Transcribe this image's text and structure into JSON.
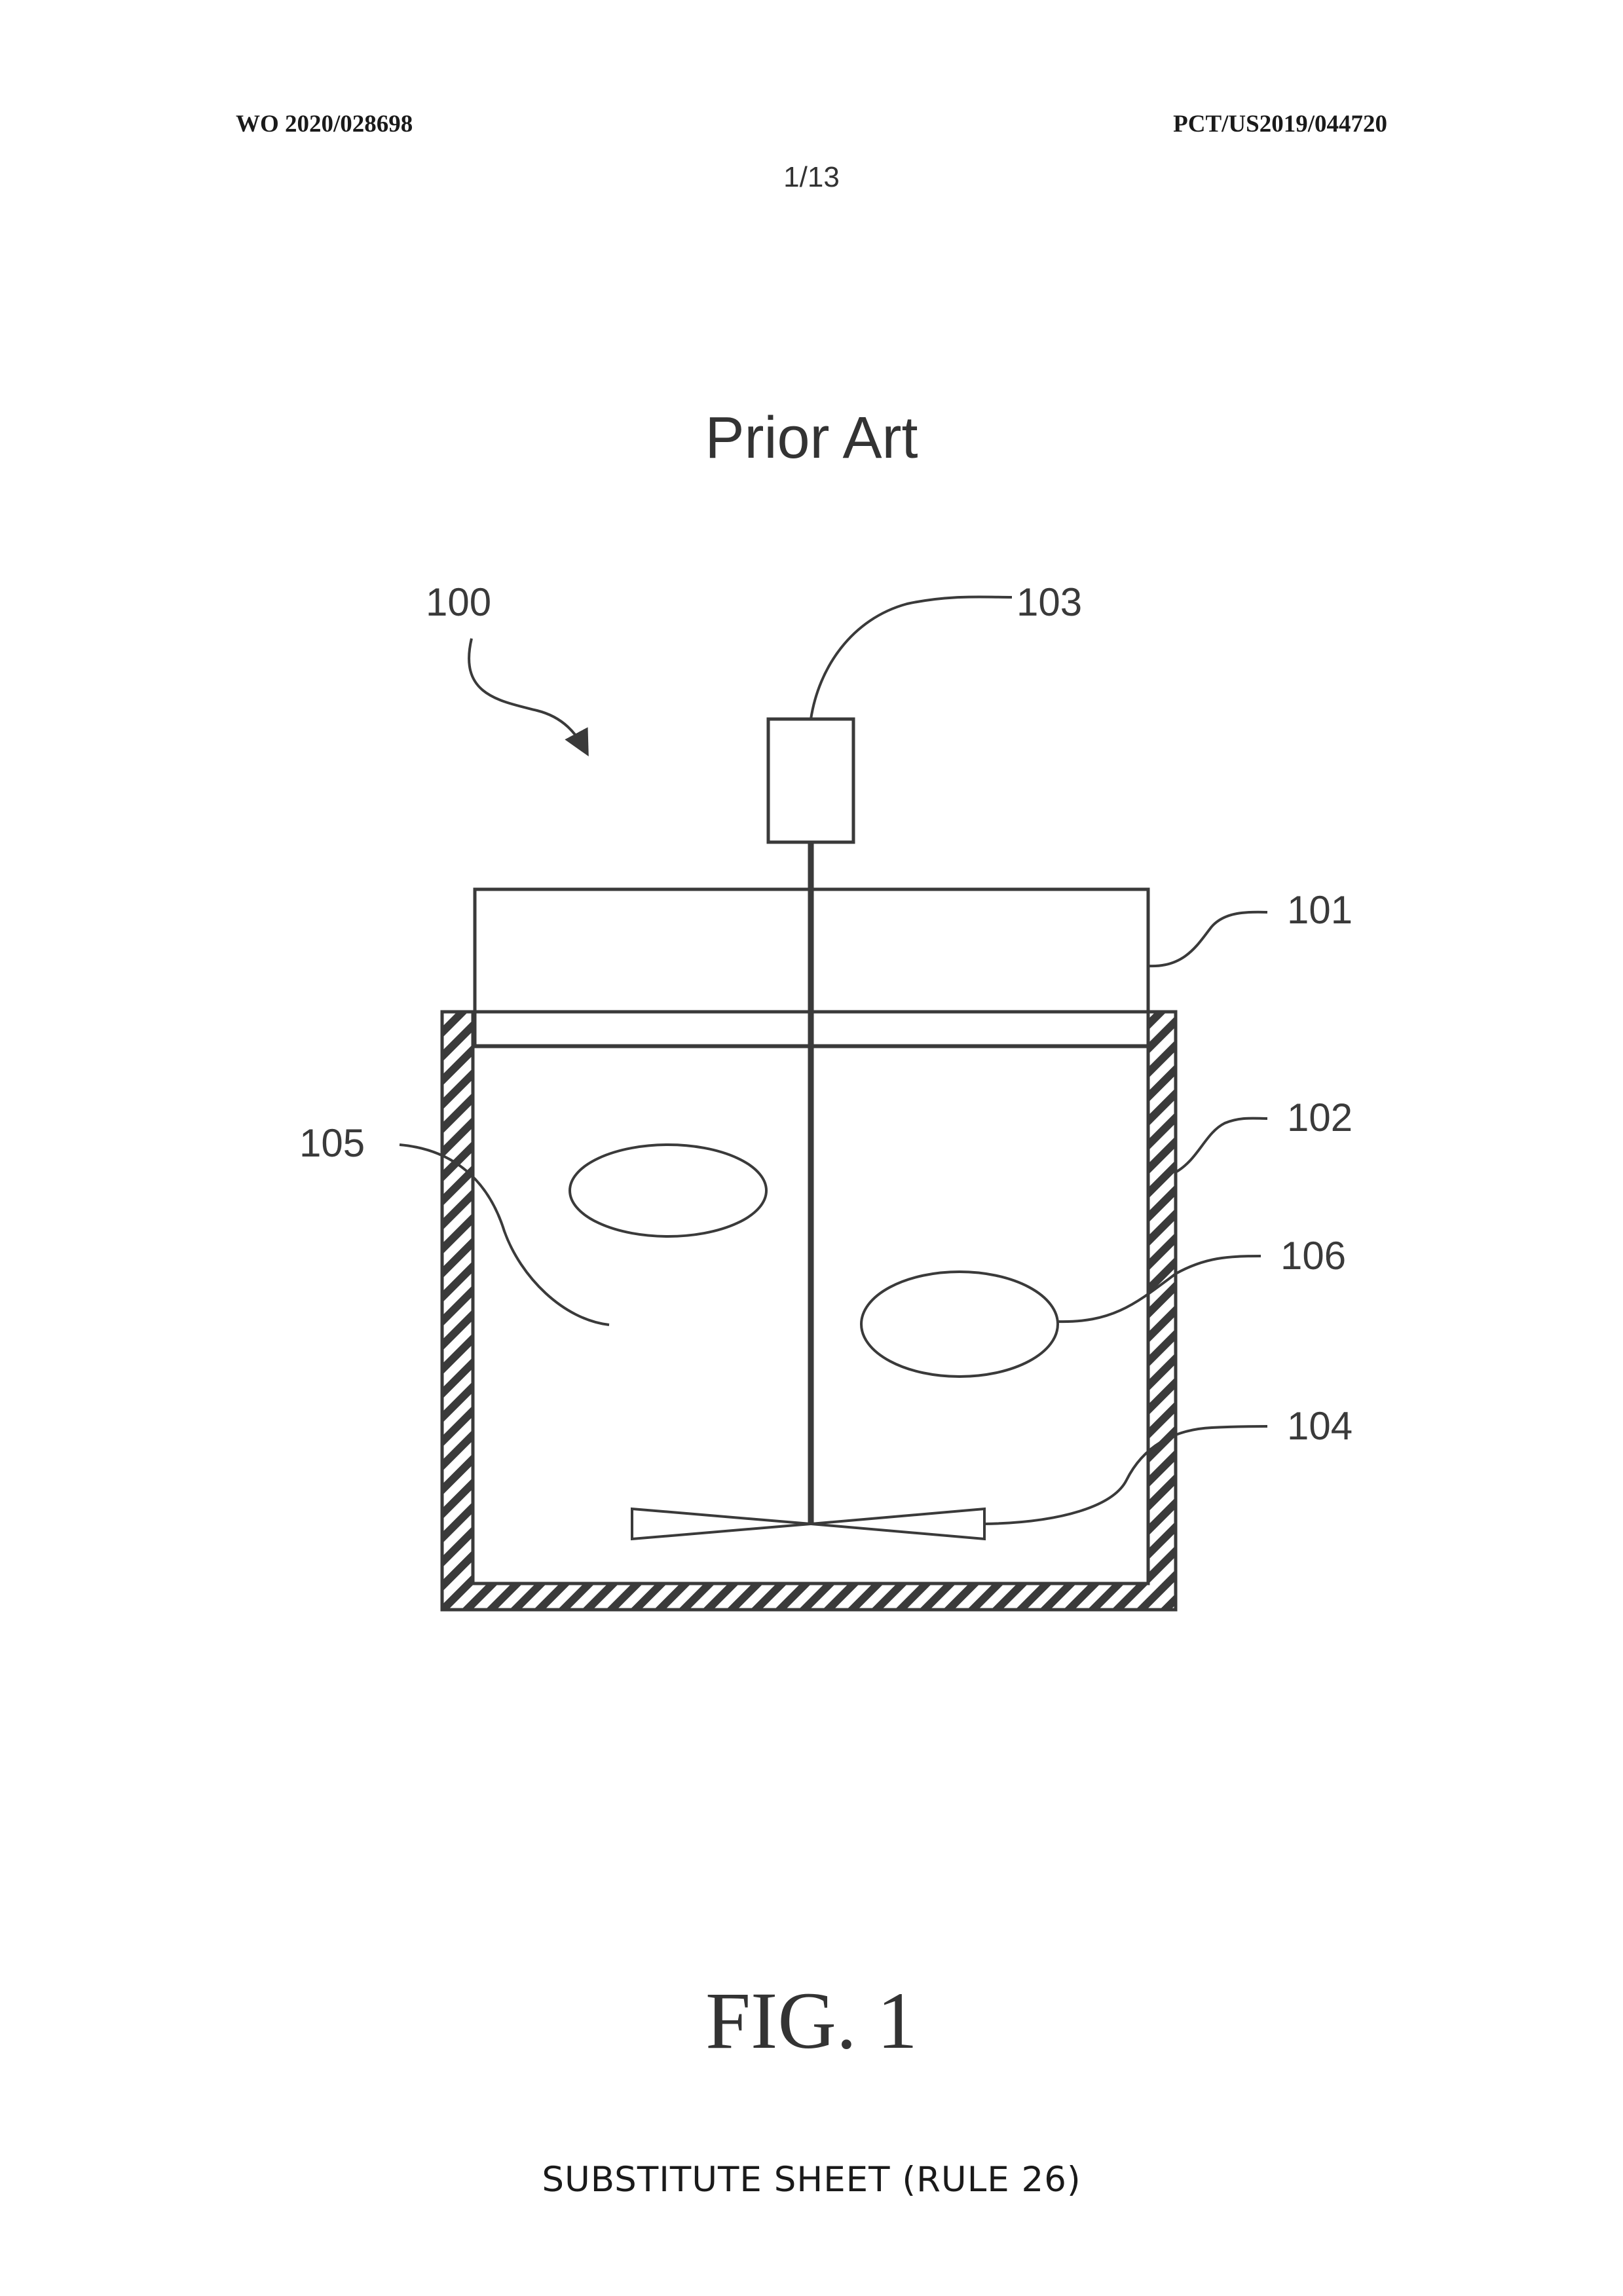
{
  "header": {
    "publication_number": "WO 2020/028698",
    "application_number": "PCT/US2019/044720"
  },
  "page_number": "1/13",
  "title": "Prior Art",
  "labels": {
    "system": "100",
    "lid": "101",
    "vessel_wall": "102",
    "motor": "103",
    "impeller": "104",
    "liquid": "105",
    "bubble": "106"
  },
  "figure_caption": "FIG. 1",
  "footer": "SUBSTITUTE SHEET (RULE 26)"
}
